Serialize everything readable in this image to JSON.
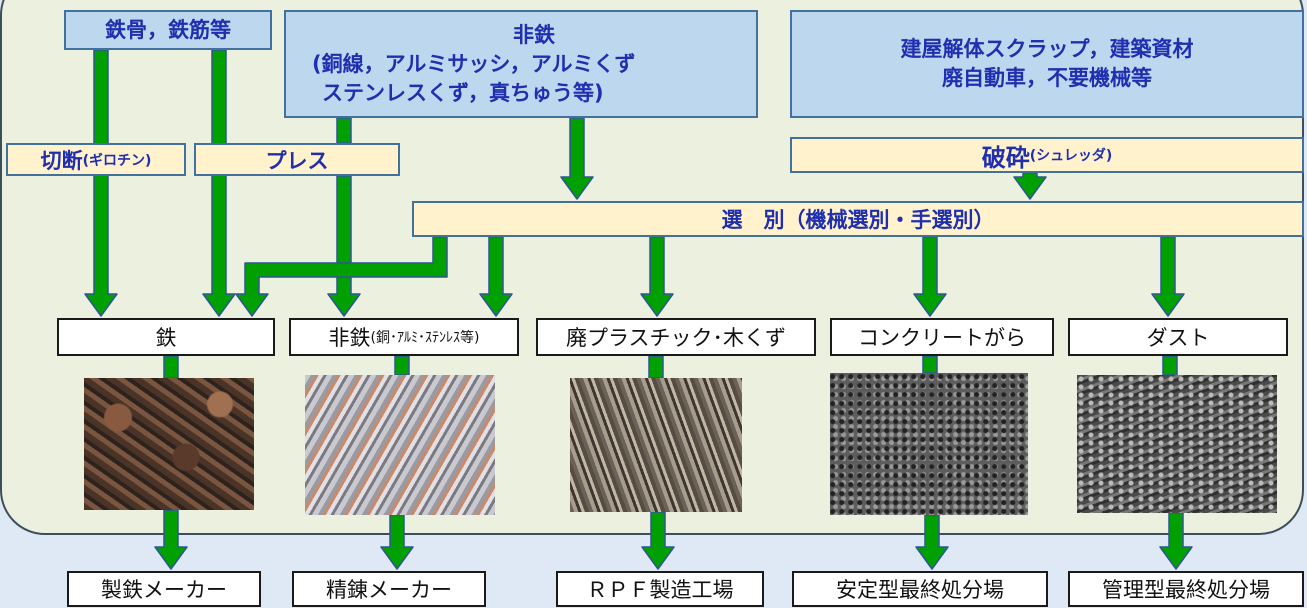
{
  "sources": {
    "steel": "鉄骨，鉄筋等",
    "nonferrous": [
      "非鉄",
      "(銅線，アルミサッシ，アルミくず",
      "ステンレスくず，真ちゅう等)"
    ],
    "demolition": [
      "建屋解体スクラップ，建築資材",
      "廃自動車，不要機械等"
    ]
  },
  "processes": {
    "cutting": "切断",
    "cutting_note": "(ギロチン)",
    "press": "プレス",
    "shred": "破砕",
    "shred_note": "(シュレッダ)",
    "sort": "選　別（機械選別・手選別）"
  },
  "outputs": {
    "iron": "鉄",
    "nonferrous": "非鉄",
    "nonferrous_note": "(銅･ｱﾙﾐ･ｽﾃﾝﾚｽ等)",
    "plastic": "廃プラスチック･木くず",
    "concrete": "コンクリートがら",
    "dust": "ダスト"
  },
  "destinations": {
    "steelmaker": "製鉄メーカー",
    "refiner": "精錬メーカー",
    "rpf": "ＲＰＦ製造工場",
    "stable": "安定型最終処分場",
    "managed": "管理型最終処分場"
  },
  "colors": {
    "arrow_fill": "#00a000",
    "arrow_stroke": "#2f5597",
    "source_box": "#bdd7ee",
    "process_box": "#fff2cc",
    "panel": "#ebf1de",
    "text_blue": "#1f2fb0"
  }
}
